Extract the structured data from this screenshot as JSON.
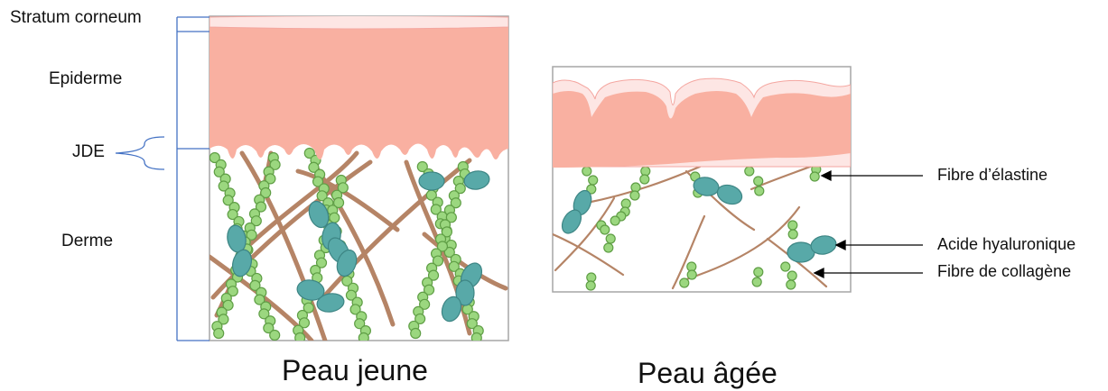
{
  "labels": {
    "stratum_corneum": "Stratum corneum",
    "epiderme": "Epiderme",
    "jde": "JDE",
    "derme": "Derme"
  },
  "captions": {
    "young": "Peau jeune",
    "aged": "Peau âgée"
  },
  "annotations": {
    "elastin": "Fibre d’élastine",
    "hyaluronic": "Acide hyaluronique",
    "collagen": "Fibre de collagène"
  },
  "colors": {
    "epidermis": "#f9b0a1",
    "stratum": "#fde6e4",
    "collagen": "#b58466",
    "elastin_fill": "#9bd77f",
    "elastin_stroke": "#5f9e45",
    "hyaluronic": "#58a9a8",
    "frame": "#a6a6a6",
    "bracket": "#4472c4"
  }
}
